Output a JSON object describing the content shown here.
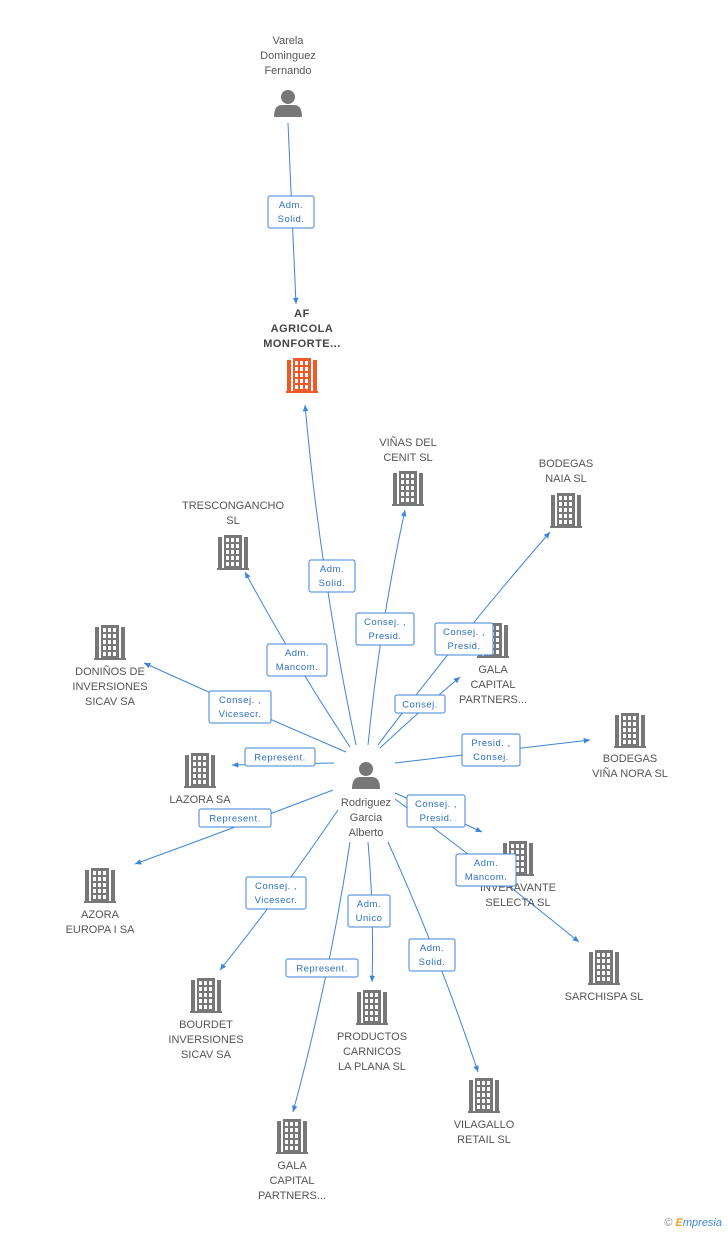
{
  "nodes": [
    {
      "id": "varela",
      "type": "person",
      "lines": [
        "Varela",
        "Dominguez",
        "Fernando"
      ],
      "accent": "#777777"
    },
    {
      "id": "af",
      "type": "company",
      "lines": [
        "AF",
        "AGRICOLA",
        "MONFORTE..."
      ],
      "highlight": true,
      "accent": "#f05a28"
    },
    {
      "id": "vinas",
      "type": "company",
      "lines": [
        "VIÑAS DEL",
        "CENIT SL"
      ]
    },
    {
      "id": "naia",
      "type": "company",
      "lines": [
        "BODEGAS",
        "NAIA SL"
      ]
    },
    {
      "id": "tresc",
      "type": "company",
      "lines": [
        "TRESCONGANCHO",
        "SL"
      ]
    },
    {
      "id": "donino",
      "type": "company",
      "lines": [
        "DONIÑOS DE",
        "INVERSIONES",
        "SICAV SA"
      ]
    },
    {
      "id": "gala1",
      "type": "company",
      "lines": [
        "GALA",
        "CAPITAL",
        "PARTNERS..."
      ]
    },
    {
      "id": "vinanora",
      "type": "company",
      "lines": [
        "BODEGAS",
        "VIÑA NORA SL"
      ]
    },
    {
      "id": "lazora",
      "type": "company",
      "lines": [
        "LAZORA SA"
      ]
    },
    {
      "id": "rodriguez",
      "type": "person",
      "lines": [
        "Rodriguez",
        "Garcia",
        "Alberto"
      ],
      "accent": "#777777"
    },
    {
      "id": "azora",
      "type": "company",
      "lines": [
        "AZORA",
        "EUROPA I SA"
      ]
    },
    {
      "id": "inveravante",
      "type": "company",
      "lines": [
        "INVERAVANTE",
        "SELECTA SL"
      ]
    },
    {
      "id": "sarchispa",
      "type": "company",
      "lines": [
        "SARCHISPA SL"
      ]
    },
    {
      "id": "bourdet",
      "type": "company",
      "lines": [
        "BOURDET",
        "INVERSIONES",
        "SICAV SA"
      ]
    },
    {
      "id": "productos",
      "type": "company",
      "lines": [
        "PRODUCTOS",
        "CARNICOS",
        "LA PLANA SL"
      ]
    },
    {
      "id": "vilagallo",
      "type": "company",
      "lines": [
        "VILAGALLO",
        "RETAIL SL"
      ]
    },
    {
      "id": "gala2",
      "type": "company",
      "lines": [
        "GALA",
        "CAPITAL",
        "PARTNERS..."
      ]
    }
  ],
  "edges": [
    {
      "from": "varela",
      "to": "af",
      "role": [
        "Adm.",
        "Solid."
      ]
    },
    {
      "from": "rodriguez",
      "to": "af",
      "role": [
        "Adm.",
        "Solid."
      ]
    },
    {
      "from": "rodriguez",
      "to": "vinas",
      "role": [
        "Consej. ,",
        "Presid."
      ]
    },
    {
      "from": "rodriguez",
      "to": "naia",
      "role": [
        "Consej. ,",
        "Presid."
      ]
    },
    {
      "from": "rodriguez",
      "to": "tresc",
      "role": [
        "Adm.",
        "Mancom."
      ]
    },
    {
      "from": "rodriguez",
      "to": "donino",
      "role": [
        "Consej. ,",
        "Vicesecr."
      ]
    },
    {
      "from": "rodriguez",
      "to": "gala1",
      "role": [
        "Consej."
      ]
    },
    {
      "from": "rodriguez",
      "to": "vinanora",
      "role": [
        "Presid. ,",
        "Consej."
      ]
    },
    {
      "from": "rodriguez",
      "to": "lazora",
      "role": [
        "Represent."
      ]
    },
    {
      "from": "rodriguez",
      "to": "azora",
      "role": [
        "Represent."
      ]
    },
    {
      "from": "rodriguez",
      "to": "inveravante",
      "role": [
        "Consej. ,",
        "Presid."
      ]
    },
    {
      "from": "rodriguez",
      "to": "sarchispa",
      "role": [
        "Adm.",
        "Mancom."
      ]
    },
    {
      "from": "rodriguez",
      "to": "bourdet",
      "role": [
        "Consej. ,",
        "Vicesecr."
      ]
    },
    {
      "from": "rodriguez",
      "to": "productos",
      "role": [
        "Adm.",
        "Unico"
      ]
    },
    {
      "from": "rodriguez",
      "to": "vilagallo",
      "role": [
        "Adm.",
        "Solid."
      ]
    },
    {
      "from": "rodriguez",
      "to": "gala2",
      "role": [
        "Represent."
      ]
    }
  ],
  "footer": {
    "copyright": "©",
    "brand_initial": "E",
    "brand_rest": "mpresia"
  }
}
